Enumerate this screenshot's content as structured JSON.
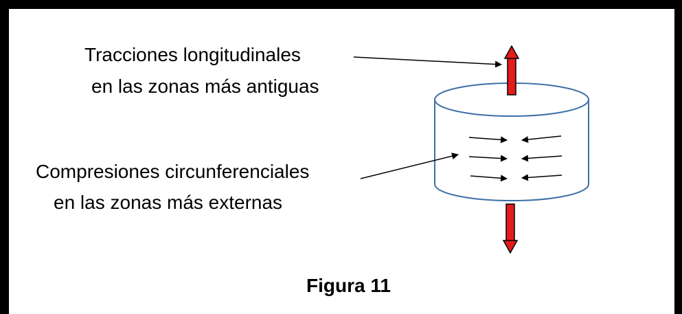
{
  "labels": {
    "traction_line1": "Tracciones longitudinales",
    "traction_line2": "en las zonas más antiguas",
    "compression_line1": "Compresiones circunferenciales",
    "compression_line2": "en las zonas más externas"
  },
  "caption": "Figura 11",
  "colors": {
    "frame": "#000000",
    "cylinder_stroke": "#3d6fa6",
    "axial_arrow_fill": "#e31b1b",
    "arrow_stroke": "#000000"
  }
}
